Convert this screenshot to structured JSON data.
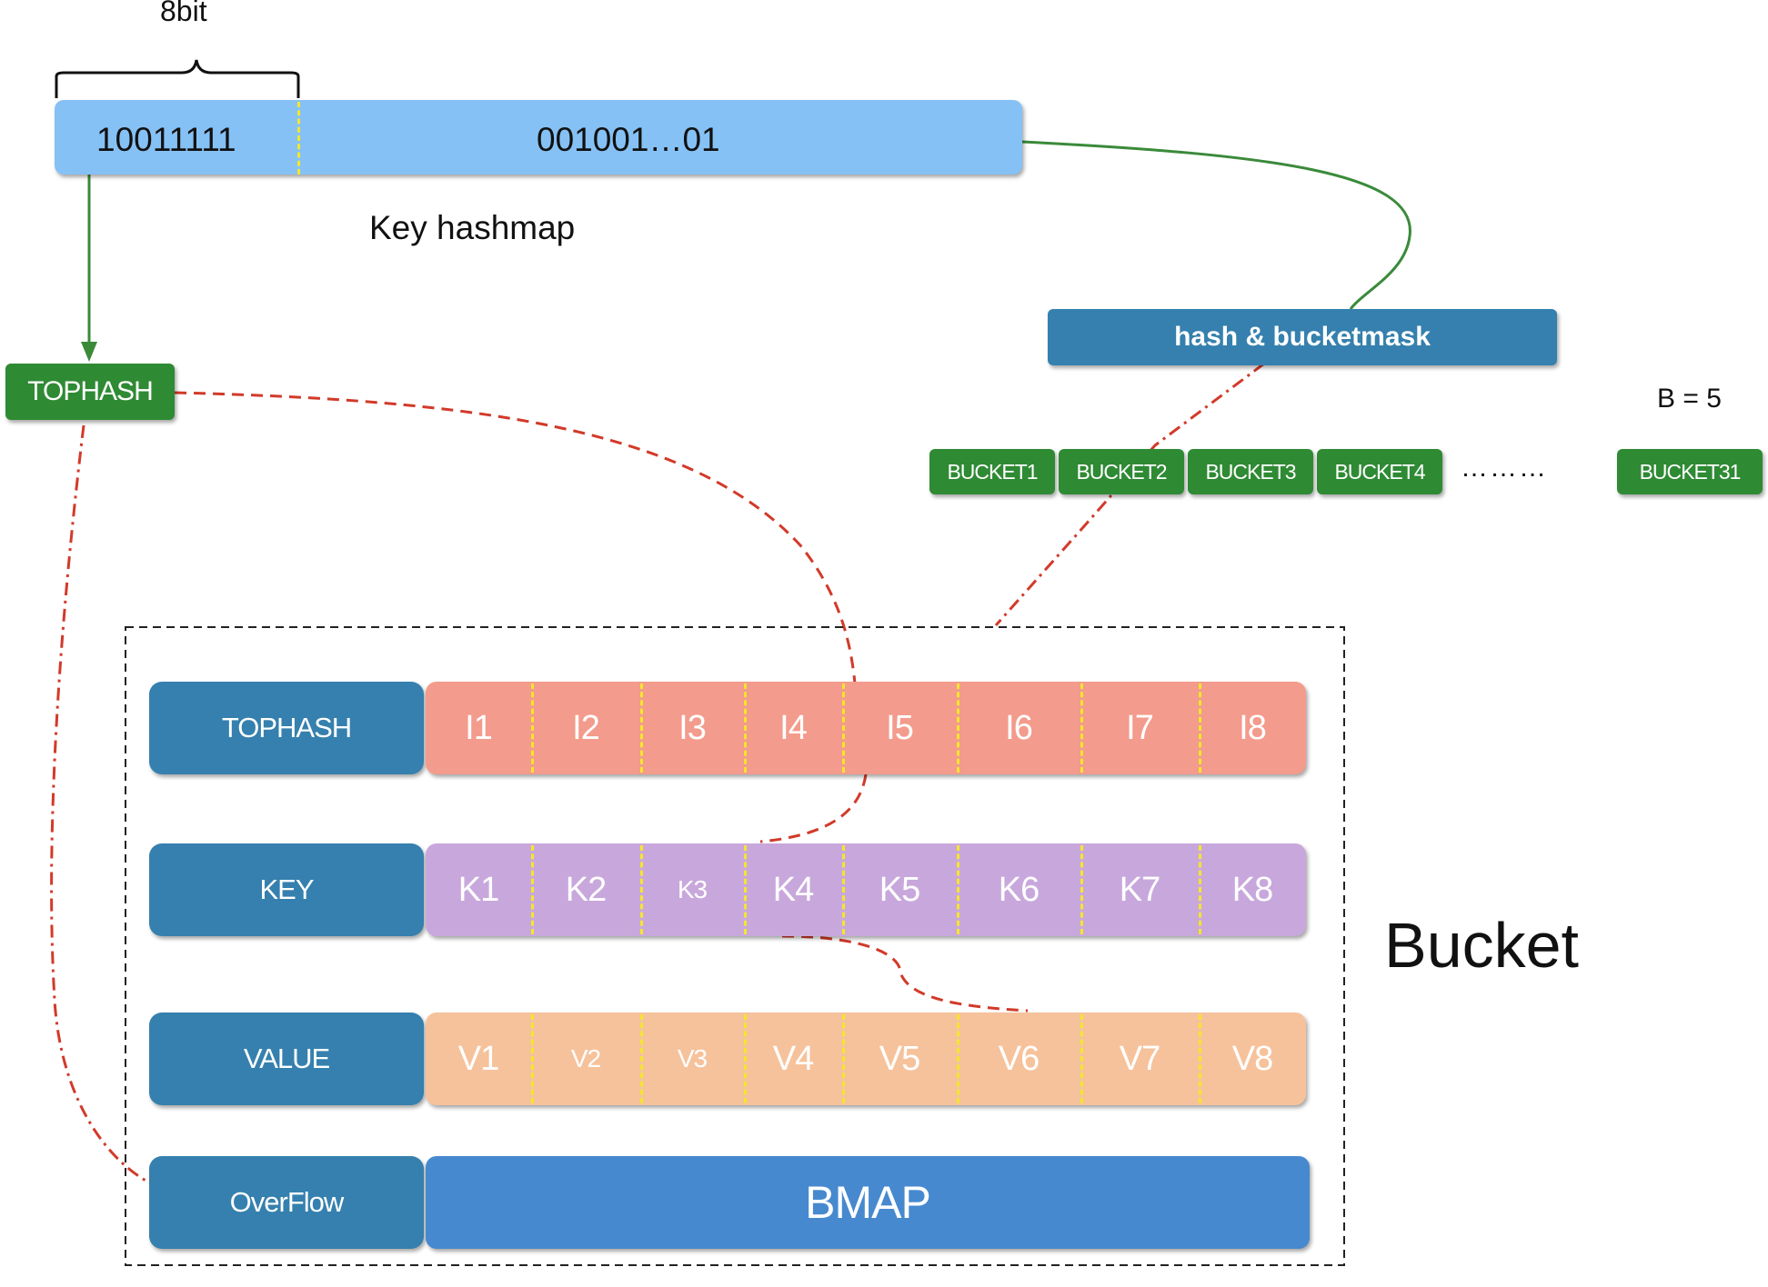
{
  "title_fragment": "8bit",
  "hash_bar": {
    "top_bits": "10011111",
    "rest_bits": "001001…01",
    "caption": "Key hashmap",
    "color": "#86c1f5"
  },
  "tophash_tag": {
    "label": "TOPHASH",
    "color": "#2f8a34"
  },
  "mask_box": {
    "label": "hash & bucketmask",
    "color": "#3580ae"
  },
  "b_value": "B = 5",
  "buckets": {
    "items": [
      "BUCKET1",
      "BUCKET2",
      "BUCKET3",
      "BUCKET4"
    ],
    "ellipsis": "………",
    "last": "BUCKET31",
    "color": "#2f8a34"
  },
  "bucket_label": "Bucket",
  "rows": [
    {
      "name": "TOPHASH",
      "cells": [
        "I1",
        "I2",
        "I3",
        "I4",
        "I5",
        "I6",
        "I7",
        "I8"
      ],
      "color": "#f39b8c"
    },
    {
      "name": "KEY",
      "cells": [
        "K1",
        "K2",
        "K3",
        "K4",
        "K5",
        "K6",
        "K7",
        "K8"
      ],
      "color": "#c8a8dc"
    },
    {
      "name": "VALUE",
      "cells": [
        "V1",
        "V2",
        "V3",
        "V4",
        "V5",
        "V6",
        "V7",
        "V8"
      ],
      "color": "#f6c29c"
    }
  ],
  "overflow": {
    "name": "OverFlow",
    "target": "BMAP",
    "color": "#4789cf"
  },
  "row_label_color": "#3580ae",
  "arrow_color": "#3a8a3a",
  "link_color": "#d23a2a",
  "divider_color": "#f5e62a"
}
